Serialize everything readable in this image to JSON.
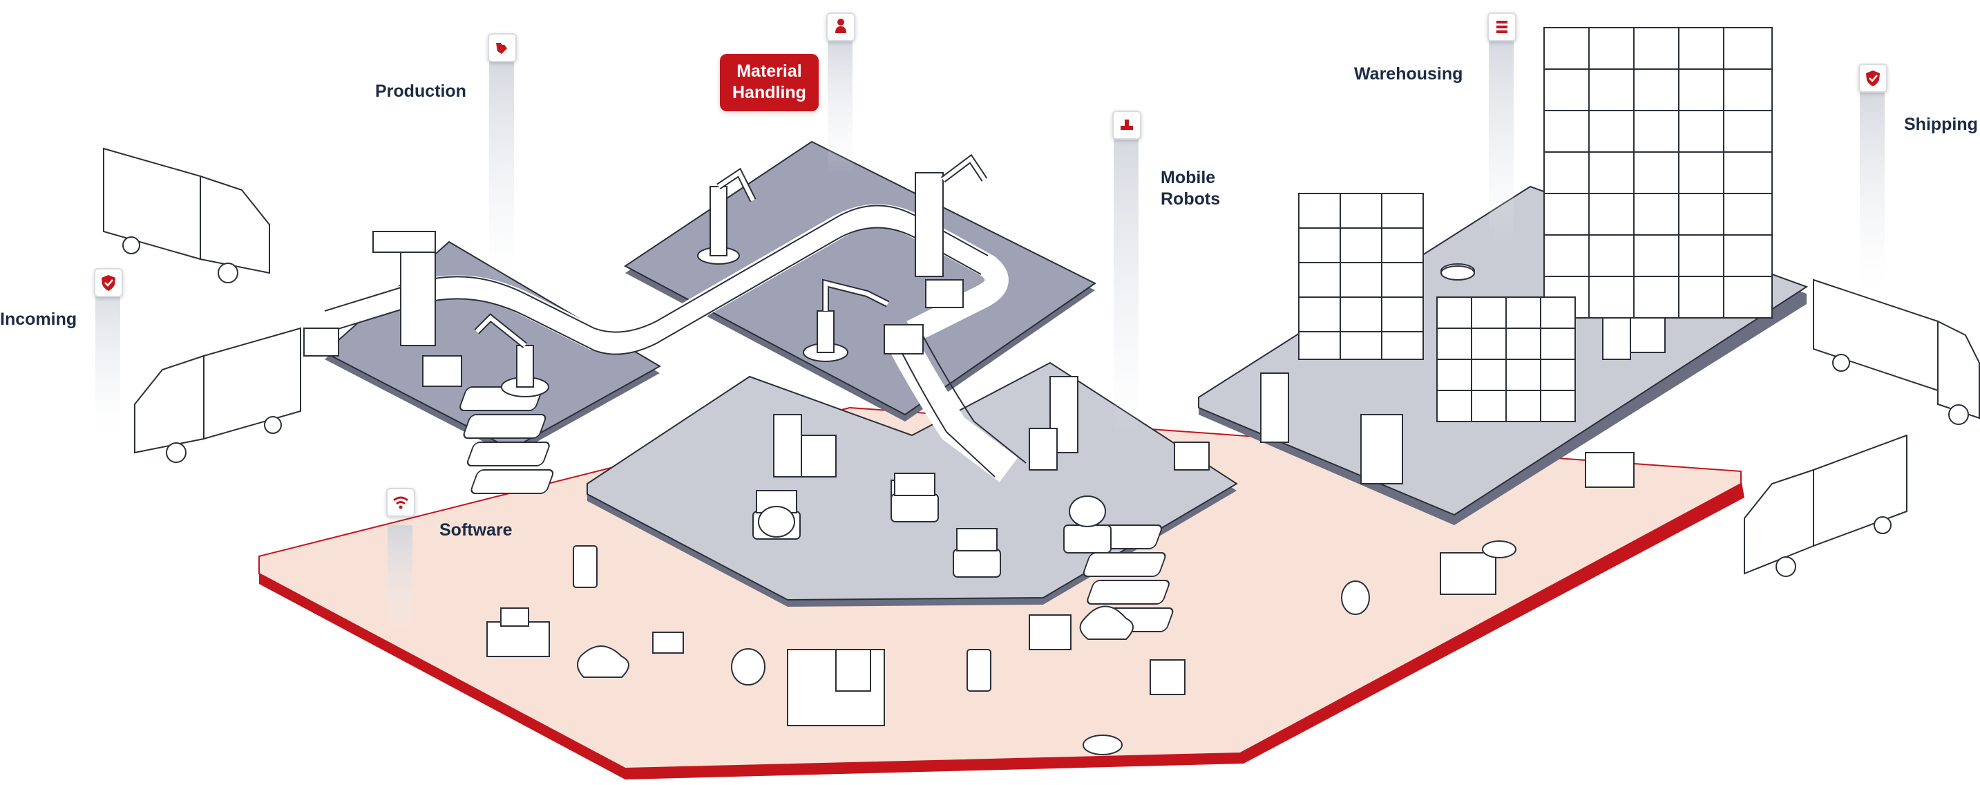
{
  "colors": {
    "brand_red": "#c4151c",
    "label_navy": "#1c2b44",
    "platform_gray": "#9da1b2",
    "platform_light": "#c9ccd4",
    "software_floor": "#f8e2d8",
    "line": "#2b2f3a"
  },
  "zones": [
    {
      "id": "incoming",
      "label": "Incoming",
      "icon": "shield-check-icon",
      "active": false
    },
    {
      "id": "production",
      "label": "Production",
      "icon": "robot-arm-icon",
      "active": false
    },
    {
      "id": "material-handling",
      "label": "Material\nHandling",
      "icon": "operator-icon",
      "active": true
    },
    {
      "id": "mobile-robots",
      "label": "Mobile\nRobots",
      "icon": "agv-icon",
      "active": false
    },
    {
      "id": "warehousing",
      "label": "Warehousing",
      "icon": "rack-icon",
      "active": false
    },
    {
      "id": "shipping",
      "label": "Shipping",
      "icon": "shield-check-icon",
      "active": false
    },
    {
      "id": "software",
      "label": "Software",
      "icon": "wifi-icon",
      "active": false
    }
  ]
}
